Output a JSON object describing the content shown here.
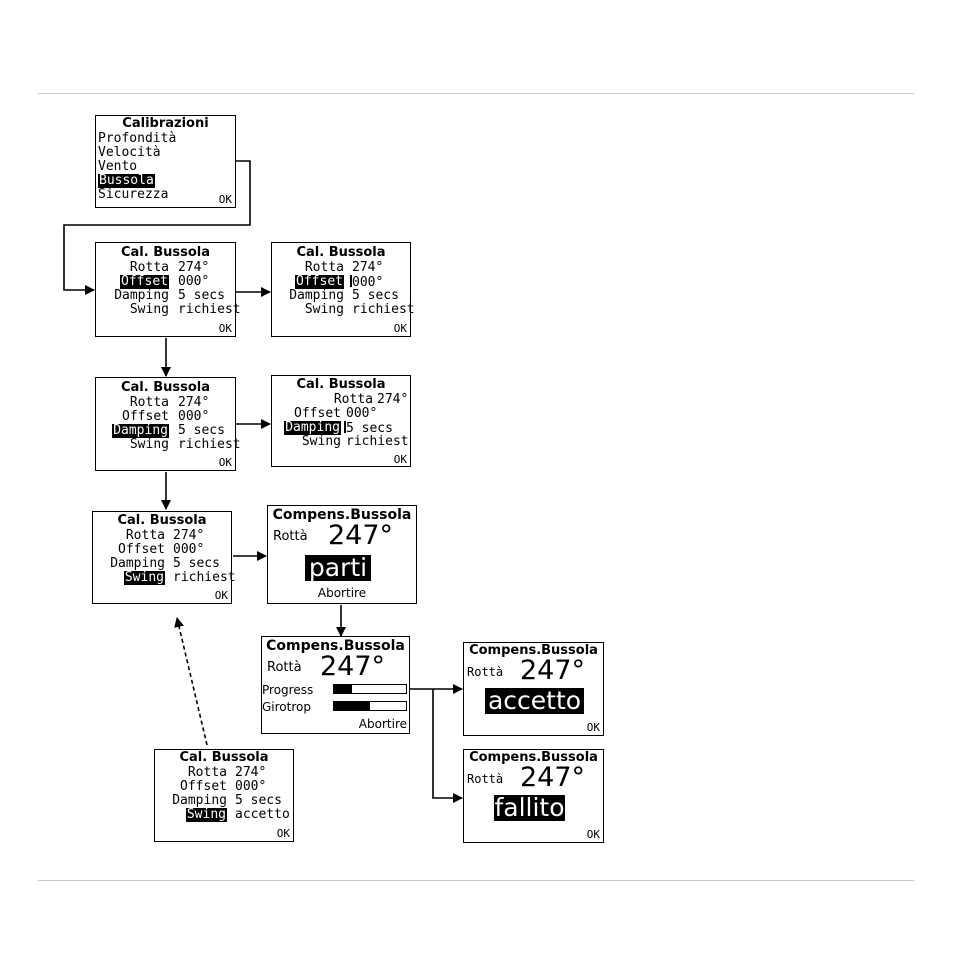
{
  "menu": {
    "title": "Calibrazioni",
    "items": [
      "Profondità",
      "Velocità",
      "Vento",
      "Bussola",
      "Sicurezza"
    ],
    "selected": "Bussola",
    "ok": "OK"
  },
  "cal": {
    "title": "Cal. Bussola",
    "rotta_label": "Rotta",
    "rotta_value": "274°",
    "offset_label": "Offset",
    "offset_value": "000°",
    "damping_label": "Damping",
    "damping_value": "5 secs",
    "swing_label": "Swing",
    "swing_requested": "richiest",
    "swing_accepted": "accetto",
    "ok": "OK"
  },
  "compens": {
    "title": "Compens.Bussola",
    "rotta_label": "Rottà",
    "rotta_value": "247°",
    "start": "parti",
    "abort": "Abortire",
    "progress_label": "Progress",
    "turn_label": "Girotrop",
    "progress_fraction": 0.25,
    "turn_fraction": 0.5,
    "accepted": "accetto",
    "failed": "fallito",
    "ok": "OK"
  },
  "colors": {
    "lines": "#000000",
    "rules": "#c8c8c8"
  }
}
